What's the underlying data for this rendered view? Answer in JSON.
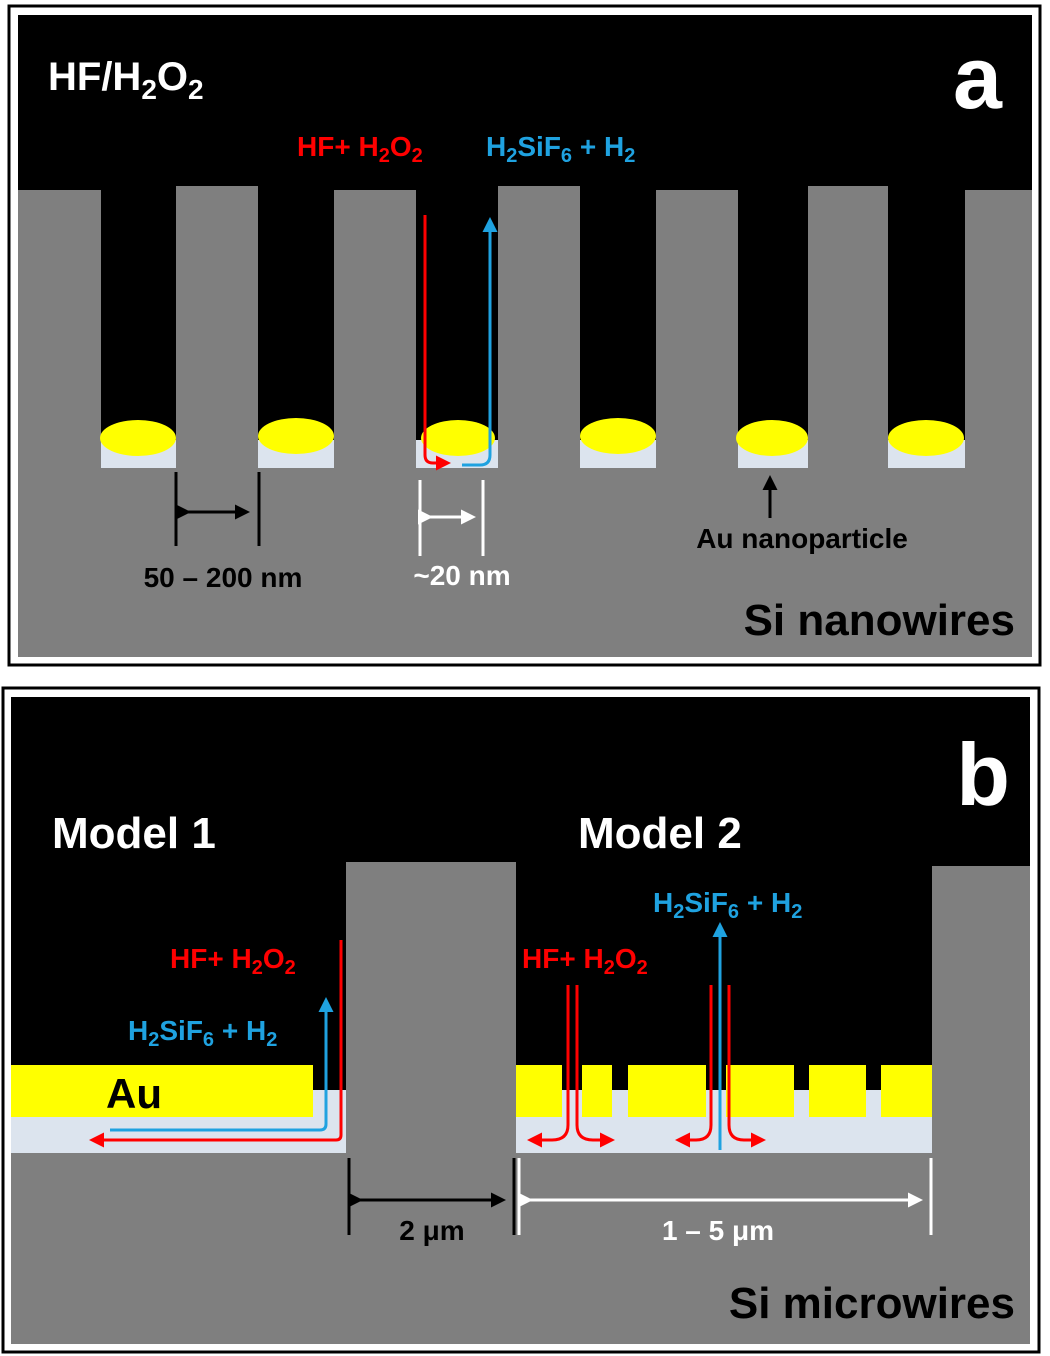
{
  "panel_a": {
    "letter": "a",
    "etchant_title": "HF/H2O2",
    "reactants_label": "HF+ H2O2",
    "products_label": "H2SiF6 + H2",
    "spacing_label": "50 – 200 nm",
    "gap_label": "~20 nm",
    "particle_label": "Au nanoparticle",
    "material_label": "Si nanowires"
  },
  "panel_b": {
    "letter": "b",
    "model1_label": "Model 1",
    "model2_label": "Model 2",
    "model1_reactants": "HF+ H2O2",
    "model1_products": "H2SiF6 + H2",
    "model2_reactants": "HF+ H2O2",
    "model2_products": "H2SiF6 + H2",
    "au_label": "Au",
    "width_label": "2 μm",
    "spacing_label": "1 – 5 μm",
    "material_label": "Si microwires"
  },
  "colors": {
    "background": "#000000",
    "silicon": "#7f7f7f",
    "gold": "#ffff00",
    "porous_layer": "#dce4ee",
    "reactant_arrow": "#ff0000",
    "product_arrow": "#1fa2e0",
    "white": "#ffffff"
  }
}
